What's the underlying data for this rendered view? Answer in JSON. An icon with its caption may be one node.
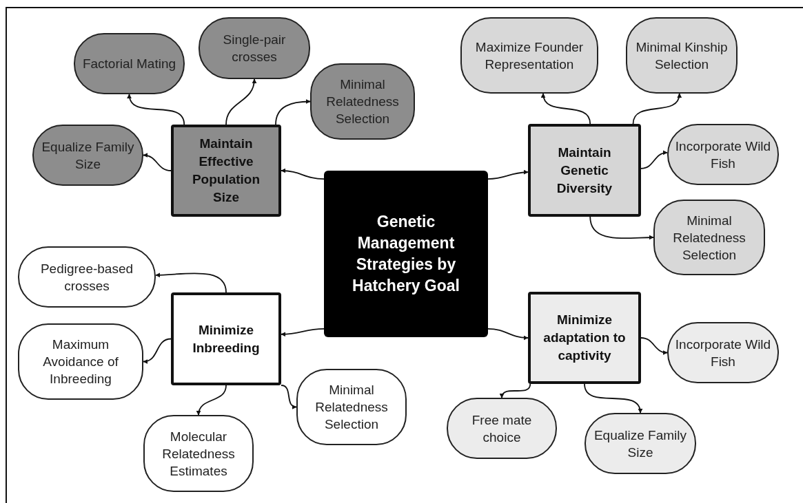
{
  "diagram": {
    "nodes": [
      {
        "text": [
          "Genetic Management Strategies by Hatchery Goal"
        ]
      },
      {
        "text": [
          "Maintain Effective Population Size"
        ]
      },
      {
        "text": [
          "Factorial Mating"
        ]
      },
      {
        "text": [
          "Single-pair crosses"
        ]
      },
      {
        "text": [
          "Minimal Relatedness Selection"
        ]
      },
      {
        "text": [
          "Equalize Family Size"
        ]
      },
      {
        "text": [
          "Maintain Genetic Diversity"
        ]
      },
      {
        "text": [
          "Maximize Founder Representation"
        ]
      },
      {
        "text": [
          "Minimal Kinship Selection"
        ]
      },
      {
        "text": [
          "Incorporate Wild Fish"
        ]
      },
      {
        "text": [
          "Minimal Relatedness Selection"
        ]
      },
      {
        "text": [
          "Minimize Inbreeding"
        ]
      },
      {
        "text": [
          "Pedigree-based crosses"
        ]
      },
      {
        "text": [
          "Maximum Avoidance of Inbreeding"
        ]
      },
      {
        "text": [
          "Molecular Relatedness Estimates"
        ]
      },
      {
        "text": [
          "Minimal Relatedness Selection"
        ]
      },
      {
        "text": [
          "Minimize adaptation to captivity"
        ]
      },
      {
        "text": [
          "Incorporate Wild Fish"
        ]
      },
      {
        "text": [
          "Free mate choice"
        ]
      },
      {
        "text": [
          "Equalize Family Size"
        ]
      }
    ],
    "edges": [
      {
        "from": 0,
        "to": 1,
        "arrow": "to"
      },
      {
        "from": 0,
        "to": 6,
        "arrow": "to"
      },
      {
        "from": 0,
        "to": 11,
        "arrow": "to"
      },
      {
        "from": 0,
        "to": 16,
        "arrow": "to"
      },
      {
        "from": 1,
        "to": 2,
        "arrow": "to"
      },
      {
        "from": 1,
        "to": 3,
        "arrow": "to"
      },
      {
        "from": 1,
        "to": 4,
        "arrow": "to"
      },
      {
        "from": 1,
        "to": 5,
        "arrow": "to"
      },
      {
        "from": 6,
        "to": 7,
        "arrow": "to"
      },
      {
        "from": 6,
        "to": 8,
        "arrow": "to"
      },
      {
        "from": 6,
        "to": 9,
        "arrow": "to"
      },
      {
        "from": 6,
        "to": 10,
        "arrow": "to"
      },
      {
        "from": 11,
        "to": 12,
        "arrow": "to"
      },
      {
        "from": 11,
        "to": 13,
        "arrow": "to"
      },
      {
        "from": 11,
        "to": 14,
        "arrow": "to"
      },
      {
        "from": 11,
        "to": 15,
        "arrow": "to"
      },
      {
        "from": 16,
        "to": 17,
        "arrow": "to"
      },
      {
        "from": 16,
        "to": 18,
        "arrow": "to"
      },
      {
        "from": 16,
        "to": 19,
        "arrow": "to"
      }
    ]
  }
}
